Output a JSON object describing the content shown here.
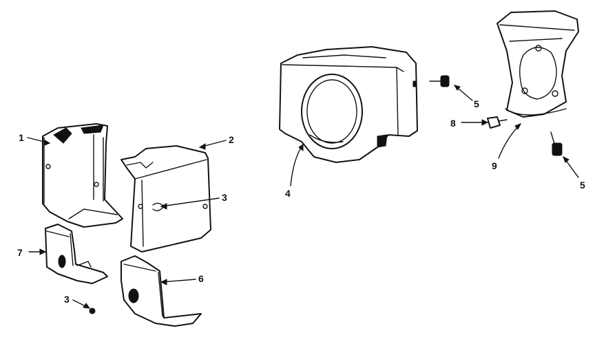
{
  "callouts": {
    "c1": "1",
    "c2": "2",
    "c3a": "3",
    "c3b": "3",
    "c4": "4",
    "c5a": "5",
    "c5b": "5",
    "c6": "6",
    "c7": "7",
    "c8": "8",
    "c9": "9"
  },
  "colors": {
    "ink": "#111111",
    "paper": "#ffffff"
  }
}
